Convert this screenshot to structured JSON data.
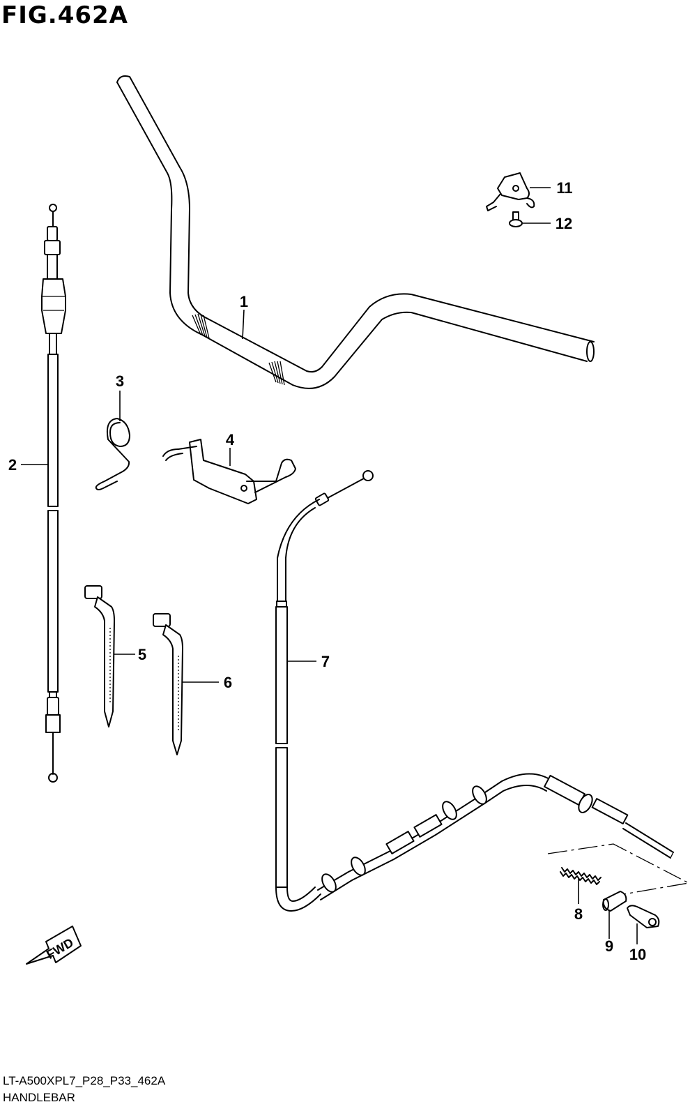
{
  "header": {
    "figure_title": "FIG.462A"
  },
  "callouts": [
    {
      "id": "1",
      "label": "1"
    },
    {
      "id": "2",
      "label": "2"
    },
    {
      "id": "3",
      "label": "3"
    },
    {
      "id": "4",
      "label": "4"
    },
    {
      "id": "5",
      "label": "5"
    },
    {
      "id": "6",
      "label": "6"
    },
    {
      "id": "7",
      "label": "7"
    },
    {
      "id": "8",
      "label": "8"
    },
    {
      "id": "9",
      "label": "9"
    },
    {
      "id": "10",
      "label": "10"
    },
    {
      "id": "11",
      "label": "11"
    },
    {
      "id": "12",
      "label": "12"
    }
  ],
  "fwd_arrow": {
    "label": "FWD",
    "icon": "forward-arrow-icon"
  },
  "footer": {
    "code": "LT-A500XPL7_P28_P33_462A",
    "name": "HANDLEBAR"
  }
}
